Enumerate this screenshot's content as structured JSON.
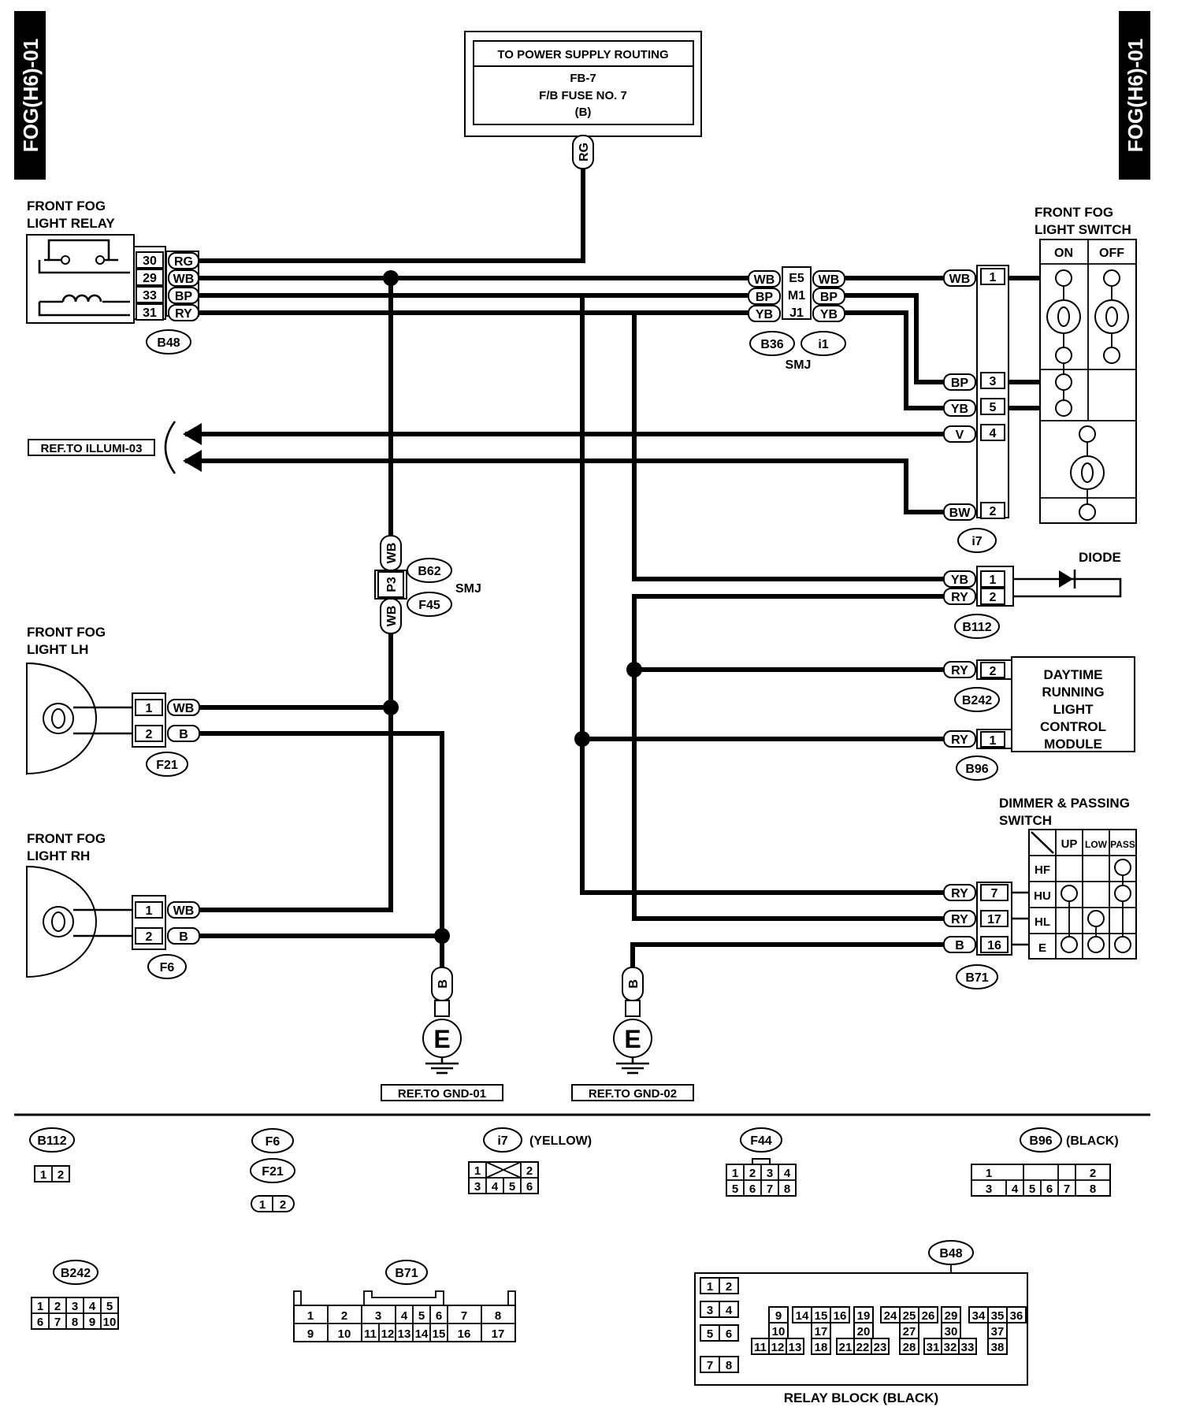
{
  "page_tag": "FOG(H6)-01",
  "power": {
    "line1": "TO POWER SUPPLY ROUTING",
    "line2": "FB-7",
    "line3": "F/B FUSE NO. 7",
    "line4": "(B)",
    "wire": "RG"
  },
  "relay": {
    "title1": "FRONT FOG",
    "title2": "LIGHT RELAY",
    "connector": "B48",
    "pins": [
      {
        "pin": "30",
        "color": "RG"
      },
      {
        "pin": "29",
        "color": "WB"
      },
      {
        "pin": "33",
        "color": "BP"
      },
      {
        "pin": "31",
        "color": "RY"
      }
    ]
  },
  "smj_top": {
    "label": "SMJ",
    "connectors": [
      "B36",
      "i1"
    ],
    "rows": [
      {
        "left": "WB",
        "pin": "E5",
        "right": "WB"
      },
      {
        "left": "BP",
        "pin": "M1",
        "right": "BP"
      },
      {
        "left": "YB",
        "pin": "J1",
        "right": "YB"
      }
    ]
  },
  "switch": {
    "title1": "FRONT FOG",
    "title2": "LIGHT SWITCH",
    "on": "ON",
    "off": "OFF",
    "connector": "i7",
    "pins": [
      {
        "color": "WB",
        "pin": "1"
      },
      {
        "color": "BP",
        "pin": "3"
      },
      {
        "color": "YB",
        "pin": "5"
      },
      {
        "color": "V",
        "pin": "4"
      },
      {
        "color": "BW",
        "pin": "2"
      }
    ]
  },
  "ref_illumi": "REF.TO ILLUMI-03",
  "smj_mid": {
    "label": "SMJ",
    "pin": "P3",
    "top_wire": "WB",
    "bottom_wire": "WB",
    "connectors": [
      "B62",
      "F45"
    ]
  },
  "fog_lh": {
    "title1": "FRONT FOG",
    "title2": "LIGHT LH",
    "connector": "F21",
    "pins": [
      {
        "pin": "1",
        "color": "WB"
      },
      {
        "pin": "2",
        "color": "B"
      }
    ]
  },
  "fog_rh": {
    "title1": "FRONT FOG",
    "title2": "LIGHT RH",
    "connector": "F6",
    "pins": [
      {
        "pin": "1",
        "color": "WB"
      },
      {
        "pin": "2",
        "color": "B"
      }
    ]
  },
  "diode": {
    "label": "DIODE",
    "connector": "B112",
    "pins": [
      {
        "color": "YB",
        "pin": "1"
      },
      {
        "color": "RY",
        "pin": "2"
      }
    ]
  },
  "drl": {
    "line1": "DAYTIME",
    "line2": "RUNNING",
    "line3": "LIGHT",
    "line4": "CONTROL",
    "line5": "MODULE",
    "pin_a": {
      "color": "RY",
      "pin": "2",
      "connector": "B242"
    },
    "pin_b": {
      "color": "RY",
      "pin": "1",
      "connector": "B96"
    }
  },
  "dimmer": {
    "title1": "DIMMER & PASSING",
    "title2": "SWITCH",
    "connector": "B71",
    "cols": [
      "UP",
      "LOW",
      "PASS"
    ],
    "rows": [
      "HF",
      "HU",
      "HL",
      "E"
    ],
    "pins": [
      {
        "color": "RY",
        "pin": "7"
      },
      {
        "color": "RY",
        "pin": "17"
      },
      {
        "color": "B",
        "pin": "16"
      }
    ]
  },
  "grounds": [
    {
      "wire": "B",
      "symbol": "E",
      "ref": "REF.TO GND-01"
    },
    {
      "wire": "B",
      "symbol": "E",
      "ref": "REF.TO GND-02"
    }
  ],
  "legend": {
    "b112": {
      "name": "B112",
      "pins": [
        "1",
        "2"
      ]
    },
    "f6": {
      "name": "F6"
    },
    "f21": {
      "name": "F21",
      "pins": [
        "1",
        "2"
      ]
    },
    "i7": {
      "name": "i7",
      "note": "(YELLOW)",
      "row1": [
        "1",
        "2"
      ],
      "row2": [
        "3",
        "4",
        "5",
        "6"
      ]
    },
    "f44": {
      "name": "F44",
      "row1": [
        "1",
        "2",
        "3",
        "4"
      ],
      "row2": [
        "5",
        "6",
        "7",
        "8"
      ]
    },
    "b96": {
      "name": "B96",
      "note": "(BLACK)",
      "row1": [
        "1",
        "2"
      ],
      "row2": [
        "3",
        "4",
        "5",
        "6",
        "7",
        "8"
      ]
    },
    "b242": {
      "name": "B242",
      "row1": [
        "1",
        "2",
        "3",
        "4",
        "5"
      ],
      "row2": [
        "6",
        "7",
        "8",
        "9",
        "10"
      ]
    },
    "b71": {
      "name": "B71",
      "row1": [
        "1",
        "2",
        "3",
        "4",
        "5",
        "6",
        "7",
        "8"
      ],
      "row2": [
        "9",
        "10",
        "11",
        "12",
        "13",
        "14",
        "15",
        "16",
        "17"
      ]
    },
    "relay_block": {
      "name": "B48",
      "title": "RELAY BLOCK (BLACK)",
      "left": [
        "1",
        "2",
        "3",
        "4",
        "5",
        "6",
        "7",
        "8"
      ],
      "g1": [
        "9",
        "10",
        "11",
        "12",
        "13"
      ],
      "g2": [
        "14",
        "15",
        "16",
        "17",
        "18"
      ],
      "g3": [
        "19",
        "20",
        "21",
        "22",
        "23"
      ],
      "g4": [
        "24",
        "25",
        "26",
        "27",
        "28"
      ],
      "g5": [
        "29",
        "30",
        "31",
        "32",
        "33"
      ],
      "g6": [
        "34",
        "35",
        "36",
        "37",
        "38"
      ]
    }
  }
}
